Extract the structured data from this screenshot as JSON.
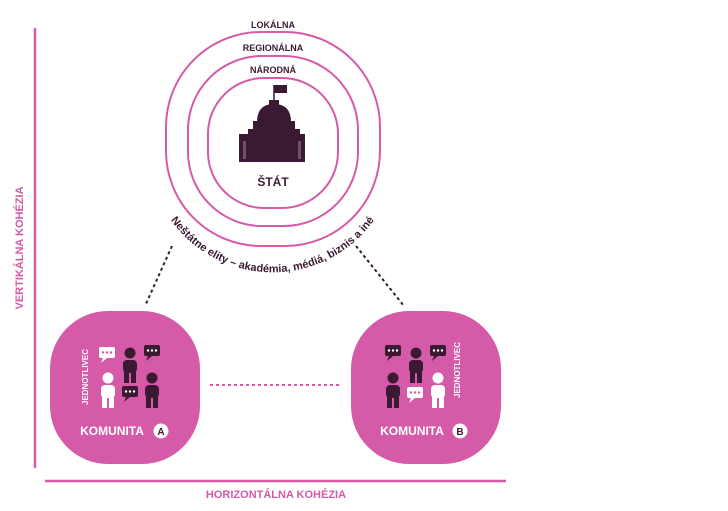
{
  "levels": {
    "outer": "LOKÁLNA",
    "middle": "REGIONÁLNA",
    "inner": "NÁRODNÁ"
  },
  "state_label": "ŠTÁT",
  "elites_label": "Neštátne elity – akadémia, médiá, biznis a iné",
  "axes": {
    "vertical": "VERTIKÁLNA KOHÉZIA",
    "horizontal": "HORIZONTÁLNA KOHÉZIA"
  },
  "communities": [
    {
      "label": "KOMUNITA",
      "letter": "A",
      "individual_label": "JEDNOTLIVEC"
    },
    {
      "label": "KOMUNITA",
      "letter": "B",
      "individual_label": "JEDNOTLIVEC"
    }
  ],
  "colors": {
    "magenta": "#d55aa8",
    "dark": "#3a1a33",
    "white": "#ffffff"
  },
  "icons": [
    "capitol-building-icon",
    "person-icon",
    "speech-bubble-icon"
  ]
}
